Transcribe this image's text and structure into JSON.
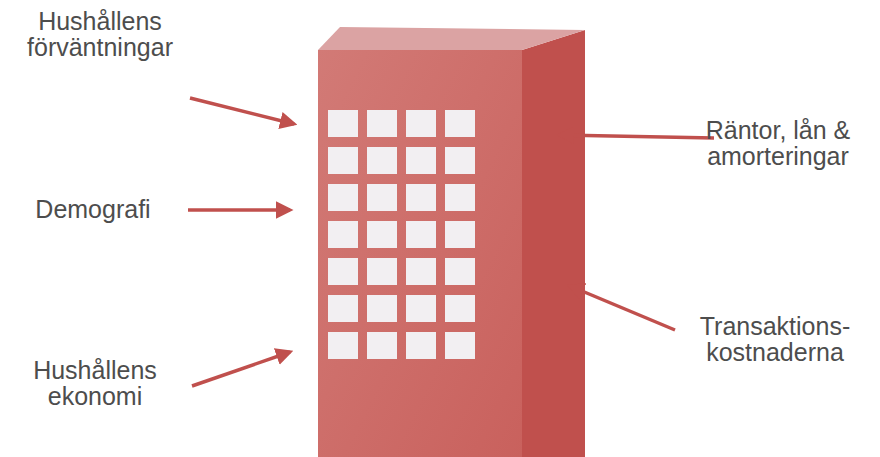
{
  "diagram": {
    "labels": [
      "Hushållens förväntningar",
      "Demografi",
      "Hushållens ekonomi",
      "Räntor, lån & amorteringar",
      "Transaktions- kostnaderna"
    ]
  }
}
